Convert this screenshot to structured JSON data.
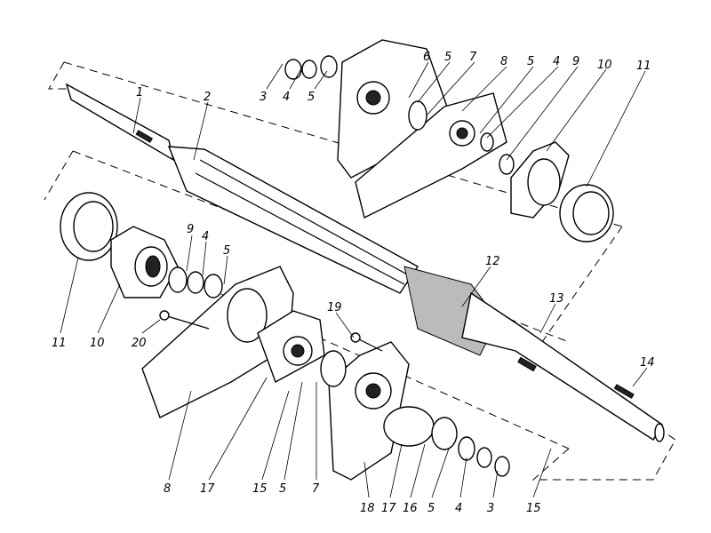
{
  "figure": {
    "type": "exploded assembly drawing",
    "callouts": [
      "1",
      "2",
      "3",
      "4",
      "5",
      "6",
      "5",
      "7",
      "8",
      "5",
      "4",
      "9",
      "10",
      "11",
      "11",
      "10",
      "9",
      "4",
      "5",
      "20",
      "19",
      "12",
      "13",
      "14",
      "8",
      "17",
      "15",
      "5",
      "7",
      "18",
      "17",
      "16",
      "5",
      "4",
      "3",
      "15"
    ]
  }
}
